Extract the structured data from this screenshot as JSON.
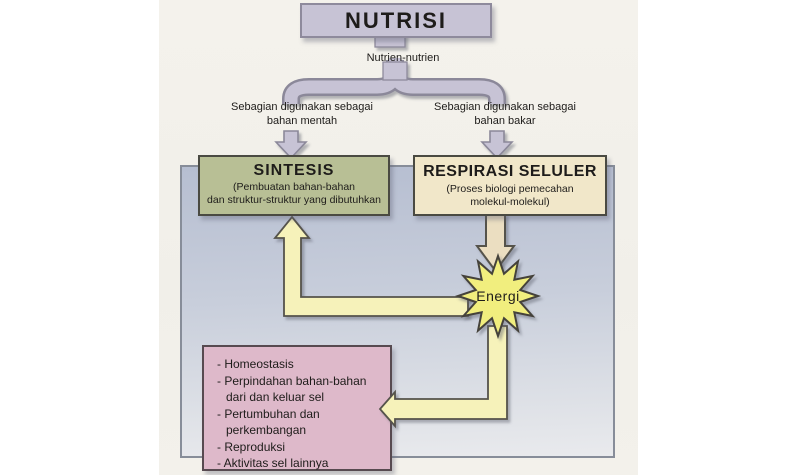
{
  "diagram_title": "NUTRISI",
  "flow": {
    "nutrients_label": "Nutrien-nutrien",
    "branch_left_label": "Sebagian digunakan sebagai\nbahan mentah",
    "branch_right_label": "Sebagian digunakan sebagai\nbahan bakar"
  },
  "sintesis_box": {
    "title": "SINTESIS",
    "subtitle": "(Pembuatan bahan-bahan\ndan struktur-struktur yang dibutuhkan"
  },
  "respirasi_box": {
    "title": "RESPIRASI SELULER",
    "subtitle": "(Proses biologi pemecahan\nmolekul-molekul)"
  },
  "energy": {
    "label": "Energi"
  },
  "functions_box": {
    "items": [
      "- Homeostasis",
      "- Perpindahan bahan-bahan dari dan keluar sel",
      "- Pertumbuhan dan perkembangan",
      "- Reproduksi",
      "- Aktivitas sel lainnya"
    ]
  },
  "colors": {
    "title_box_fill": "#c7c3d5",
    "lavender_arrow": "#c7c3d5",
    "panel_fill_top": "#b6bed1",
    "panel_fill_bottom": "#e9eaed",
    "sintesis_fill": "#b8bf95",
    "respirasi_fill": "#f1e7c9",
    "cream_arrow": "#ebdec1",
    "energy_star_fill": "#f1ee7e",
    "yellow_arrow": "#f6f2ba",
    "functions_fill": "#deb9ca",
    "page_background": "#f2f0ea"
  }
}
